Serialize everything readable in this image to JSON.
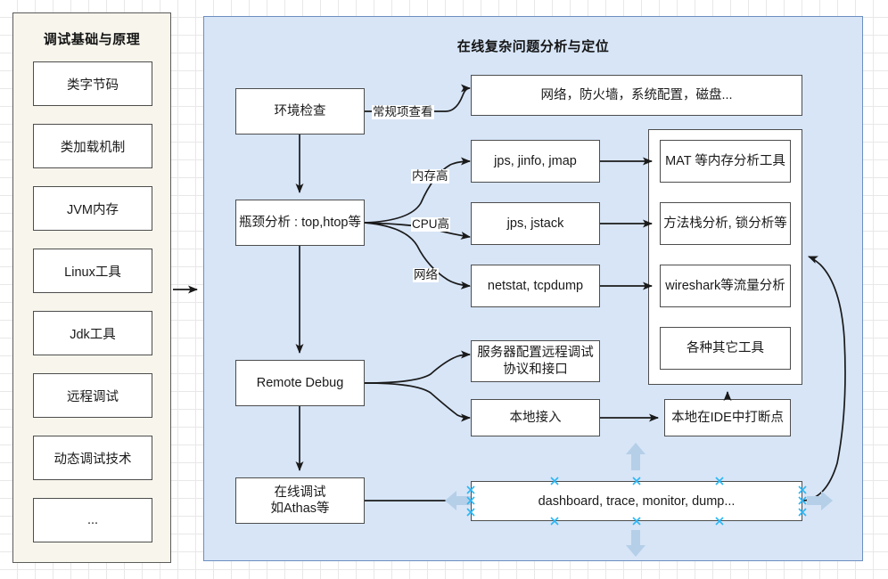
{
  "sidebar": {
    "title": "调试基础与原理",
    "items": [
      {
        "label": "类字节码"
      },
      {
        "label": "类加载机制"
      },
      {
        "label": "JVM内存"
      },
      {
        "label": "Linux工具"
      },
      {
        "label": "Jdk工具"
      },
      {
        "label": "远程调试"
      },
      {
        "label": "动态调试技术"
      },
      {
        "label": "..."
      }
    ]
  },
  "panel": {
    "title": "在线复杂问题分析与定位",
    "nodes": {
      "env_check": "环境检查",
      "env_result": "网络，防火墙，系统配置，磁盘...",
      "bottleneck": "瓶颈分析 : top,htop等",
      "mem_tools": "jps, jinfo, jmap",
      "cpu_tools": "jps, jstack",
      "net_tools": "netstat, tcpdump",
      "mat": "MAT 等内存分析工具",
      "stack": "方法栈分析, 锁分析等",
      "wireshark": "wireshark等流量分析",
      "other_tools": "各种其它工具",
      "remote_debug": "Remote Debug",
      "server_cfg": "服务器配置远程调试\n协议和接口",
      "local_attach": "本地接入",
      "ide_breakpoint": "本地在IDE中打断点",
      "online_debug": "在线调试\n如Athas等",
      "arthas_cmds": "dashboard, trace, monitor, dump..."
    },
    "edge_labels": {
      "routine": "常规项查看",
      "mem_high": "内存高",
      "cpu_high": "CPU高",
      "network": "网络"
    }
  },
  "selection": {
    "selected_node": "dashboard, trace, monitor, dump...",
    "handle_color": "#29b6f6",
    "arrow_color": "#b5cfe8"
  },
  "colors": {
    "grid": "#e8e8e8",
    "panel_fill": "#d7e5f7",
    "panel_stroke": "#6c8ebf",
    "sidebar_fill": "#f7f5ec",
    "sidebar_stroke": "#5b5b5b",
    "node_fill": "#ffffff",
    "node_stroke": "#4d4d4d",
    "edge_stroke": "#1a1a1a"
  }
}
